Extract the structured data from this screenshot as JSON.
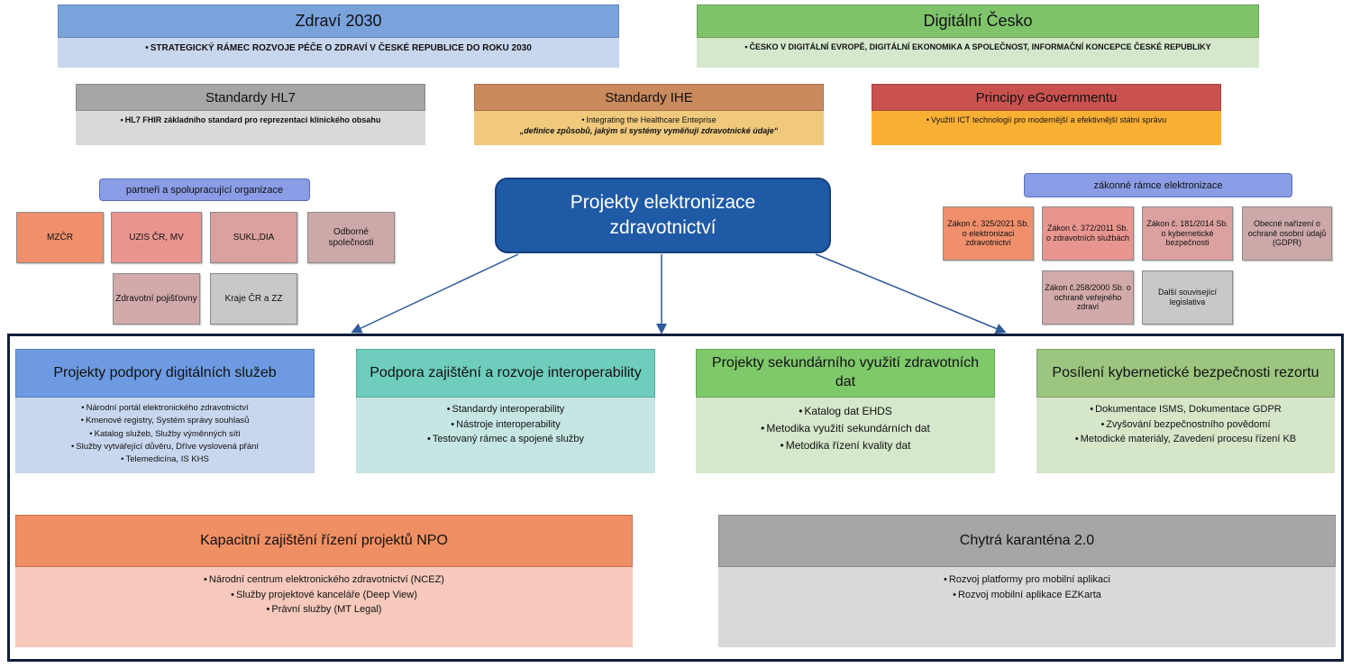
{
  "top": {
    "zdravi": {
      "title": "Zdraví 2030",
      "text": "STRATEGICKÝ RÁMEC ROZVOJE PÉČE O ZDRAVÍ V ČESKÉ REPUBLICE DO ROKU 2030"
    },
    "digital": {
      "title": "Digitální Česko",
      "text": "ČESKO V DIGITÁLNÍ EVROPĚ, DIGITÁLNÍ EKONOMIKA A SPOLEČNOST, INFORMAČNÍ KONCEPCE ČESKÉ REPUBLIKY"
    }
  },
  "standards": {
    "hl7": {
      "title": "Standardy HL7",
      "text": "HL7 FHIR základního standard pro reprezentaci klinického obsahu"
    },
    "ihe": {
      "title": "Standardy IHE",
      "text": "Integrating the Healthcare Enteprise",
      "subtext": "„definice způsobů, jakým si systémy vyměňují zdravotnické údaje“"
    },
    "egov": {
      "title": "Principy eGovernmentu",
      "text": "Využití ICT technologií pro modernější a efektivnější státní správu"
    }
  },
  "center": {
    "title": "Projekty elektronizace zdravotnictví"
  },
  "partners": {
    "label": "partneři a spolupracující organizace",
    "items": [
      "MZČR",
      "UZIS ČR, MV",
      "SUKL,DIA",
      "Odborné společnosti",
      "Zdravotní pojišťovny",
      "Kraje ČR a ZZ"
    ]
  },
  "legal": {
    "label": "zákonné rámce elektronizace",
    "items": [
      "Zákon č. 325/2021 Sb. o elektronizaci zdravotnictví",
      "Zákon č. 372/2011 Sb. o zdravotních službách",
      "Zákon č. 181/2014 Sb. o kybernetické bezpečnosti",
      "Obecné nařízení o ochraně osobní údajů (GDPR)",
      "Zákon č.258/2000 Sb. o ochraně veřejného zdraví",
      "Další související legislativa"
    ]
  },
  "pillars": [
    {
      "title": "Projekty podpory digitálních služeb",
      "items": [
        "Národní portál elektronického zdravotnictví",
        "Kmenové registry, Systém správy souhlasů",
        "Katalog služeb, Služby výměnných sítí",
        "Služby vytvářející důvěru, Dříve vyslovená přání",
        "Telemedicína, IS KHS"
      ]
    },
    {
      "title": "Podpora zajištění a rozvoje interoperability",
      "items": [
        "Standardy interoperability",
        "Nástroje interoperability",
        "Testovaný rámec a spojené služby"
      ]
    },
    {
      "title": "Projekty sekundárního využití zdravotních dat",
      "items": [
        "Katalog dat EHDS",
        "Metodika využití sekundárních dat",
        "Metodika řízení kvality dat"
      ]
    },
    {
      "title": "Posílení kybernetické bezpečnosti rezortu",
      "items": [
        "Dokumentace ISMS, Dokumentace GDPR",
        "Zvyšování bezpečnostního povědomí",
        "Metodické materiály, Zavedení procesu řízení KB"
      ]
    }
  ],
  "bottom": [
    {
      "title": "Kapacitní zajištění řízení projektů NPO",
      "items": [
        "Národní centrum elektronického zdravotnictví (NCEZ)",
        "Služby projektové kanceláře (Deep View)",
        "Právní služby (MT Legal)"
      ]
    },
    {
      "title": "Chytrá karanténa 2.0",
      "items": [
        "Rozvoj platformy pro mobilní aplikaci",
        "Rozvoj mobilní aplikace EZKarta"
      ]
    }
  ]
}
